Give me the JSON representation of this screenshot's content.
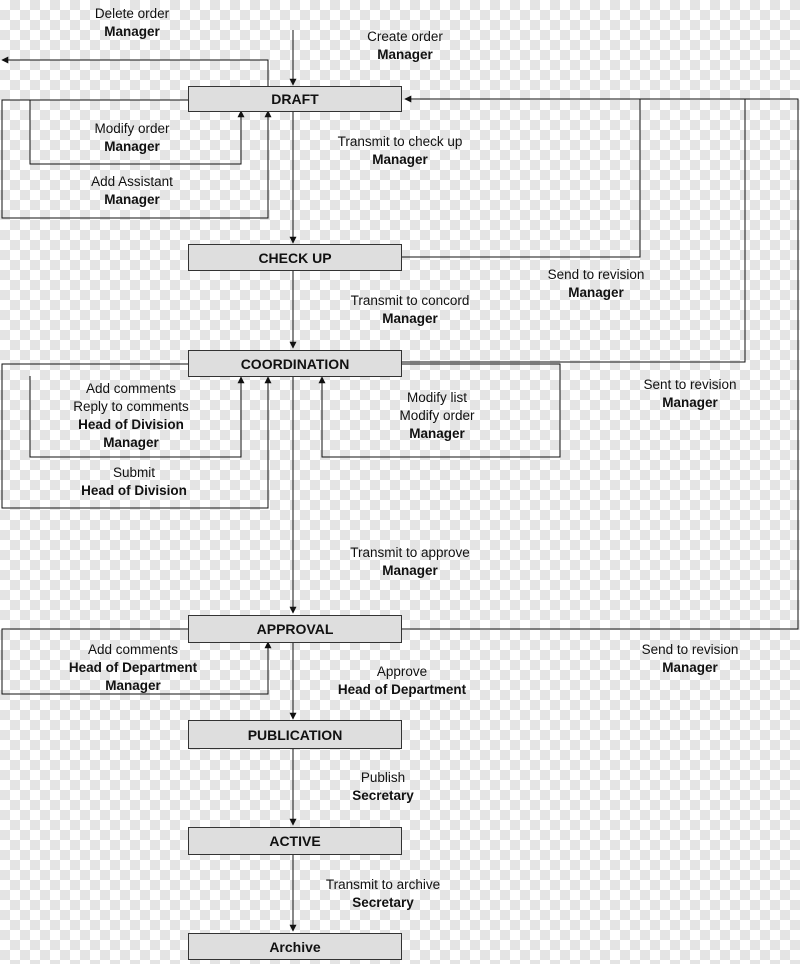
{
  "states": {
    "draft": "DRAFT",
    "checkup": "CHECK UP",
    "coordination": "COORDINATION",
    "approval": "APPROVAL",
    "publication": "PUBLICATION",
    "active": "ACTIVE",
    "archive": "Archive"
  },
  "transitions": {
    "delete_order": {
      "action": "Delete order",
      "role": "Manager"
    },
    "create_order": {
      "action": "Create order",
      "role": "Manager"
    },
    "modify_order": {
      "action": "Modify order",
      "role": "Manager"
    },
    "add_assistant": {
      "action": "Add  Assistant",
      "role": "Manager"
    },
    "transmit_check": {
      "action": "Transmit  to check up",
      "role": "Manager"
    },
    "send_revision_1": {
      "action": "Send to revision",
      "role": "Manager"
    },
    "transmit_concord": {
      "action": "Transmit to concord",
      "role": "Manager"
    },
    "sent_revision": {
      "action": "Sent to revision",
      "role": "Manager"
    },
    "add_comments_div": {
      "action1": "Add comments",
      "action2": "Reply to comments",
      "role1": "Head of Division",
      "role2": "Manager"
    },
    "modify_list": {
      "action1": "Modify list",
      "action2": "Modify  order",
      "role": "Manager"
    },
    "submit": {
      "action": "Submit",
      "role": "Head of Division"
    },
    "transmit_approve": {
      "action": "Transmit to approve",
      "role": "Manager"
    },
    "add_comments_dept": {
      "action": "Add comments",
      "role1": "Head of Department",
      "role2": "Manager"
    },
    "send_revision_2": {
      "action": "Send to revision",
      "role": "Manager"
    },
    "approve": {
      "action": "Approve",
      "role": "Head of Department"
    },
    "publish": {
      "action": "Publish",
      "role": "Secretary"
    },
    "transmit_archive": {
      "action": "Transmit  to archive",
      "role": "Secretary"
    }
  }
}
